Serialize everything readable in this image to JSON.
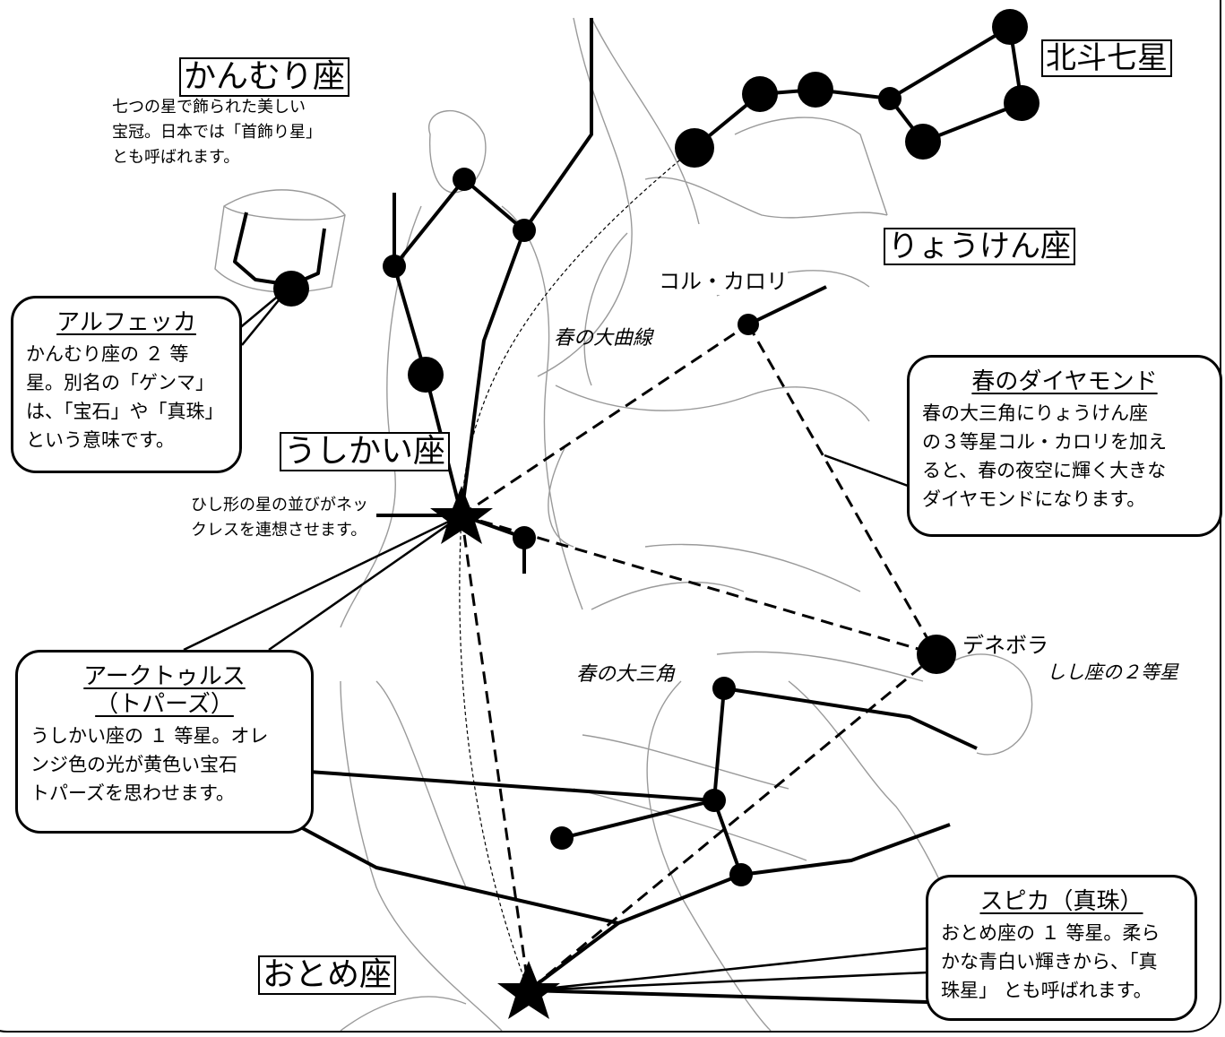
{
  "constellations": {
    "corona": "かんむり座",
    "bootes": "うしかい座",
    "big_dipper": "北斗七星",
    "canes": "りょうけん座",
    "virgo": "おとめ座"
  },
  "star_labels": {
    "cor_caroli": "コル・カロリ",
    "denebola": "デネボラ",
    "denebola_note": "しし座の２等星"
  },
  "asterisms": {
    "spring_curve": "春の大曲線",
    "spring_triangle": "春の大三角"
  },
  "notes": {
    "corona_desc": [
      "七つの星で飾られた美しい",
      "宝冠。日本では「首飾り星」",
      "とも呼ばれます。"
    ],
    "necklace": [
      "ひし形の星の並びがネッ",
      "クレスを連想させます。"
    ]
  },
  "callouts": {
    "alphecca": {
      "title": "アルフェッカ",
      "body": [
        "かんむり座の ２ 等",
        "星。別名の「ゲンマ」",
        "は、「宝石」や「真珠」",
        "という意味です。"
      ]
    },
    "diamond": {
      "title": "春のダイヤモンド",
      "body": [
        "春の大三角にりょうけん座",
        "の３等星コル・カロリを加え",
        "ると、春の夜空に輝く大きな",
        "ダイヤモンドになります。"
      ]
    },
    "arcturus": {
      "title": "アークトゥルス",
      "subtitle": "（トパーズ）",
      "body": [
        "うしかい座の １ 等星。オレ",
        "ンジ色の光が黄色い宝石",
        "トパーズを思わせます。"
      ]
    },
    "spica": {
      "title": "スピカ（真珠）",
      "body": [
        "おとめ座の １ 等星。柔ら",
        "かな青白い輝きから、「真",
        "珠星」 とも呼ばれます。"
      ]
    }
  }
}
